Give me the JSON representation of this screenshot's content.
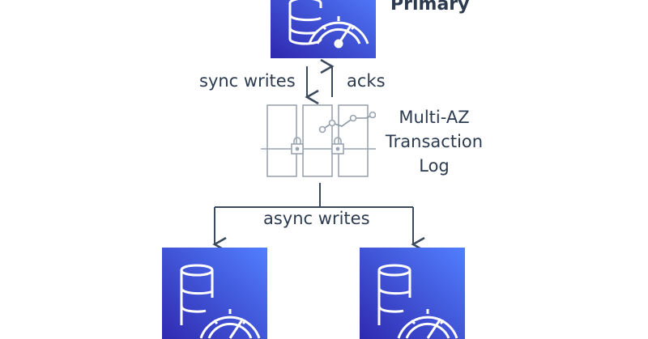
{
  "primary": {
    "label": "Primary",
    "icon": "database-gauge-icon"
  },
  "sync": {
    "writes_label": "sync writes",
    "acks_label": "acks"
  },
  "log": {
    "title_line1": "Multi-AZ",
    "title_line2": "Transaction",
    "title_line3": "Log",
    "icon": "transaction-log-icon"
  },
  "async": {
    "label": "async writes"
  },
  "replicas": [
    {
      "icon": "database-gauge-icon"
    },
    {
      "icon": "database-gauge-icon"
    }
  ],
  "colors": {
    "tile_gradient_start": "#2e27ad",
    "tile_gradient_end": "#527fff",
    "line": "#3b4a5c",
    "log_stroke": "#9aa4b1",
    "text": "#2c3b4f"
  }
}
